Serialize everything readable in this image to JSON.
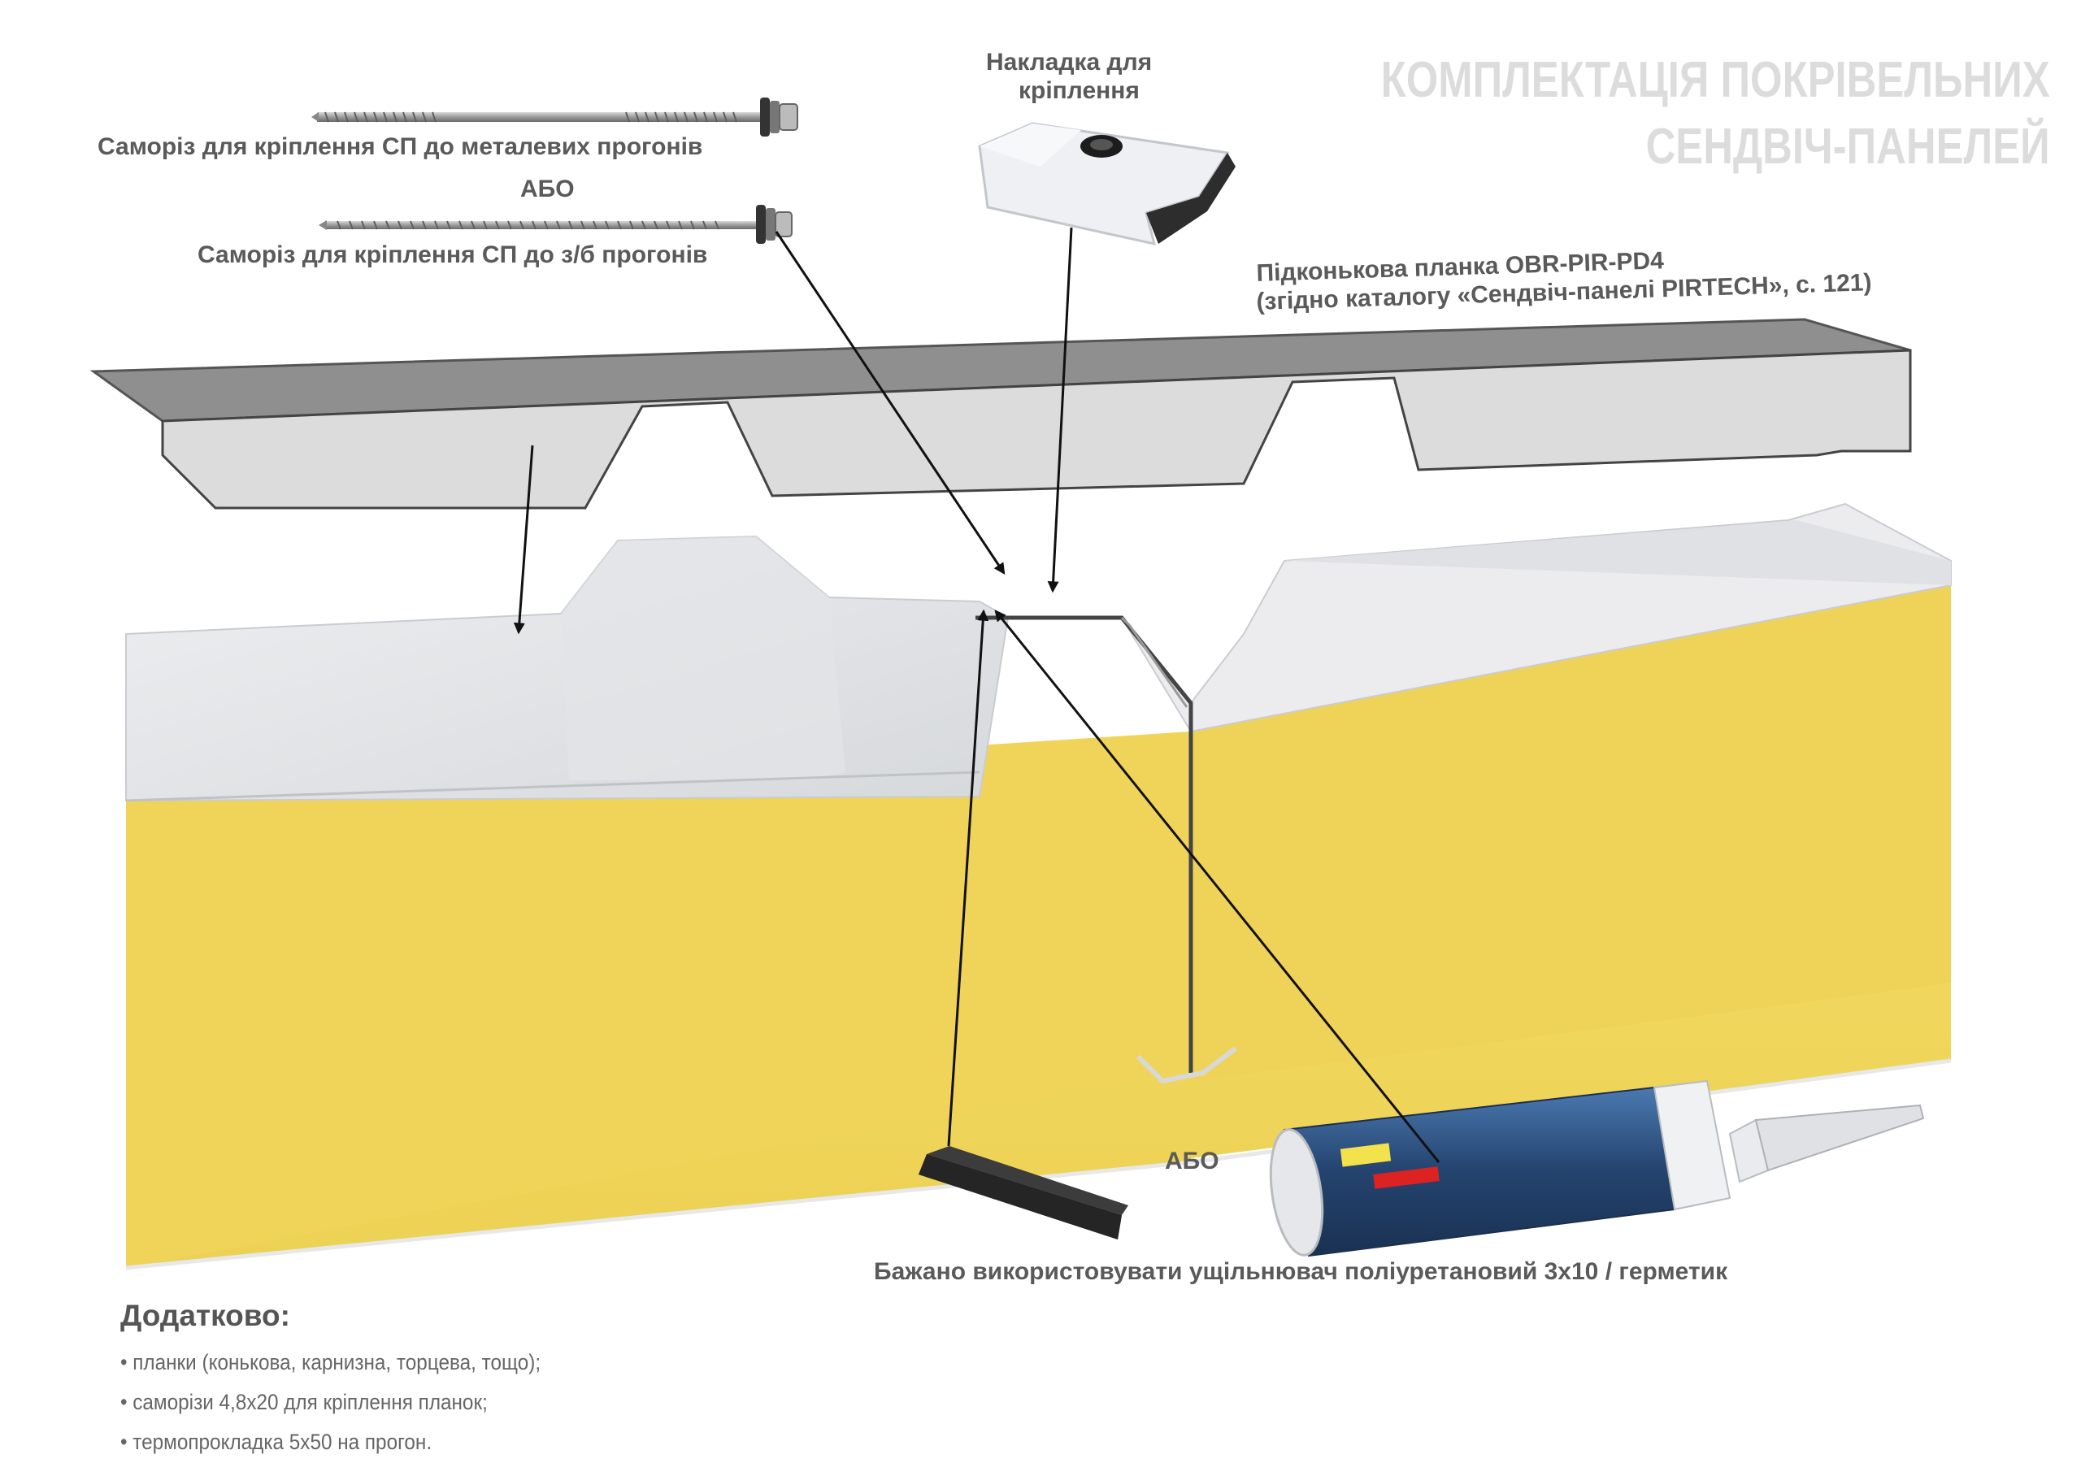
{
  "title": {
    "line1": "КОМПЛЕКТАЦІЯ ПОКРІВЕЛЬНИХ",
    "line2": "СЕНДВІЧ-ПАНЕЛЕЙ"
  },
  "labels": {
    "screw_metal": "Саморіз для кріплення СП до металевих прогонів",
    "or_top": "АБО",
    "screw_concrete": "Саморіз для кріплення СП до з/б прогонів",
    "overlay_line1": "Накладка  для",
    "overlay_line2": "кріплення",
    "ridge_line1": "Підконькова планка OBR-PIR-PD4",
    "ridge_line2": "(згідно каталогу «Сендвіч-панелі PIRTECH», с. 121)",
    "or_bottom": "АБО",
    "sealant": "Бажано використовувати ущільнювач поліуретановий 3х10 / герметик"
  },
  "additional": {
    "heading": "Додатково:",
    "items": [
      "планки (конькова, карнизна, торцева, тощо);",
      "саморізи 4,8х20 для кріплення планок;",
      "термопрокладка 5х50 на прогон."
    ]
  },
  "colors": {
    "foam": "#f1d65c",
    "foam_dark": "#e7c94c",
    "steel": "#e6e8ea",
    "steel_shade": "#cfd2d5",
    "flashing_top": "#8a8a8a",
    "arrow": "#111111",
    "text": "#5a5a5a",
    "title": "#dcdcdc",
    "sealant_tube": "#2c4f7a"
  }
}
